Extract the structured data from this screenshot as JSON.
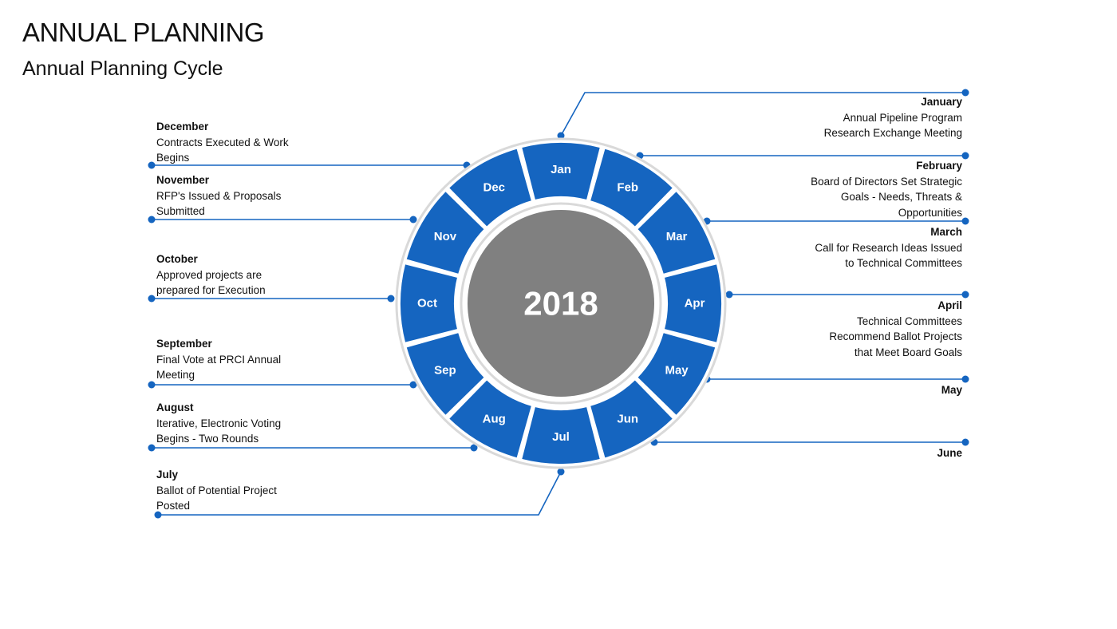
{
  "header": {
    "title": "ANNUAL PLANNING",
    "subtitle": "Annual Planning Cycle"
  },
  "center": {
    "year": "2018"
  },
  "colors": {
    "segment": "#1565C0",
    "segment_outline": "#ffffff",
    "center": "#808080",
    "ring": "#d9d9d9",
    "connector": "#1565C0"
  },
  "months": [
    {
      "abbr": "Jan",
      "name": "January",
      "desc": [
        "Annual Pipeline Program",
        "Research Exchange Meeting"
      ]
    },
    {
      "abbr": "Feb",
      "name": "February",
      "desc": [
        "Board of Directors Set Strategic",
        "Goals - Needs, Threats &",
        "Opportunities"
      ]
    },
    {
      "abbr": "Mar",
      "name": "March",
      "desc": [
        "Call for Research Ideas Issued",
        "to Technical Committees"
      ]
    },
    {
      "abbr": "Apr",
      "name": "April",
      "desc": [
        "Technical Committees",
        "Recommend Ballot Projects",
        "that Meet Board Goals"
      ]
    },
    {
      "abbr": "May",
      "name": "May",
      "desc": []
    },
    {
      "abbr": "Jun",
      "name": "June",
      "desc": []
    },
    {
      "abbr": "Jul",
      "name": "July",
      "desc": [
        "Ballot of Potential Project",
        "Posted"
      ]
    },
    {
      "abbr": "Aug",
      "name": "August",
      "desc": [
        "Iterative, Electronic Voting",
        "Begins - Two Rounds"
      ]
    },
    {
      "abbr": "Sep",
      "name": "September",
      "desc": [
        "Final Vote at PRCI Annual",
        "Meeting"
      ]
    },
    {
      "abbr": "Oct",
      "name": "October",
      "desc": [
        "Approved projects are",
        "prepared for Execution"
      ]
    },
    {
      "abbr": "Nov",
      "name": "November",
      "desc": [
        "RFP's Issued & Proposals",
        "Submitted"
      ]
    },
    {
      "abbr": "Dec",
      "name": "December",
      "desc": [
        "Contracts Executed & Work",
        "Begins"
      ]
    }
  ]
}
